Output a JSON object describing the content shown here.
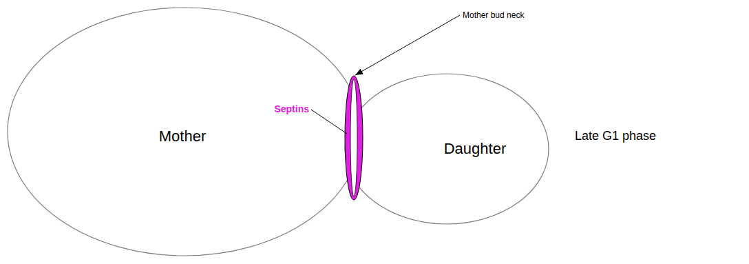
{
  "diagram": {
    "nodes": [
      {
        "text": [
          "Mother"
        ]
      },
      {
        "text": [
          "Daughter"
        ]
      }
    ],
    "labels": [
      "Mother bud neck",
      "Septins",
      "Late G1 phase"
    ]
  }
}
